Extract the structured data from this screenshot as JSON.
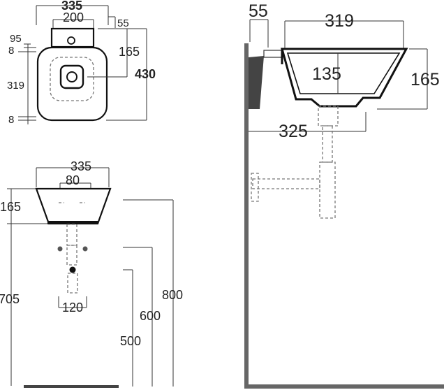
{
  "top_view": {
    "overall_width": "335",
    "tap_deck_width": "200",
    "tap_deck_depth": "95",
    "side_gap": "55",
    "rim_top": "8",
    "bowl_depth": "319",
    "rim_bottom": "8",
    "drain_offset": "165",
    "overall_depth": "430"
  },
  "front_view": {
    "overall_width": "335",
    "hole_spacing": "80",
    "height": "165",
    "trap_width": "120",
    "height_705": "705",
    "height_800": "800",
    "height_600": "600",
    "height_500": "500"
  },
  "side_view": {
    "wall_projection": "55",
    "bowl_width": "319",
    "inner_depth": "135",
    "height": "165",
    "base_width": "325"
  }
}
